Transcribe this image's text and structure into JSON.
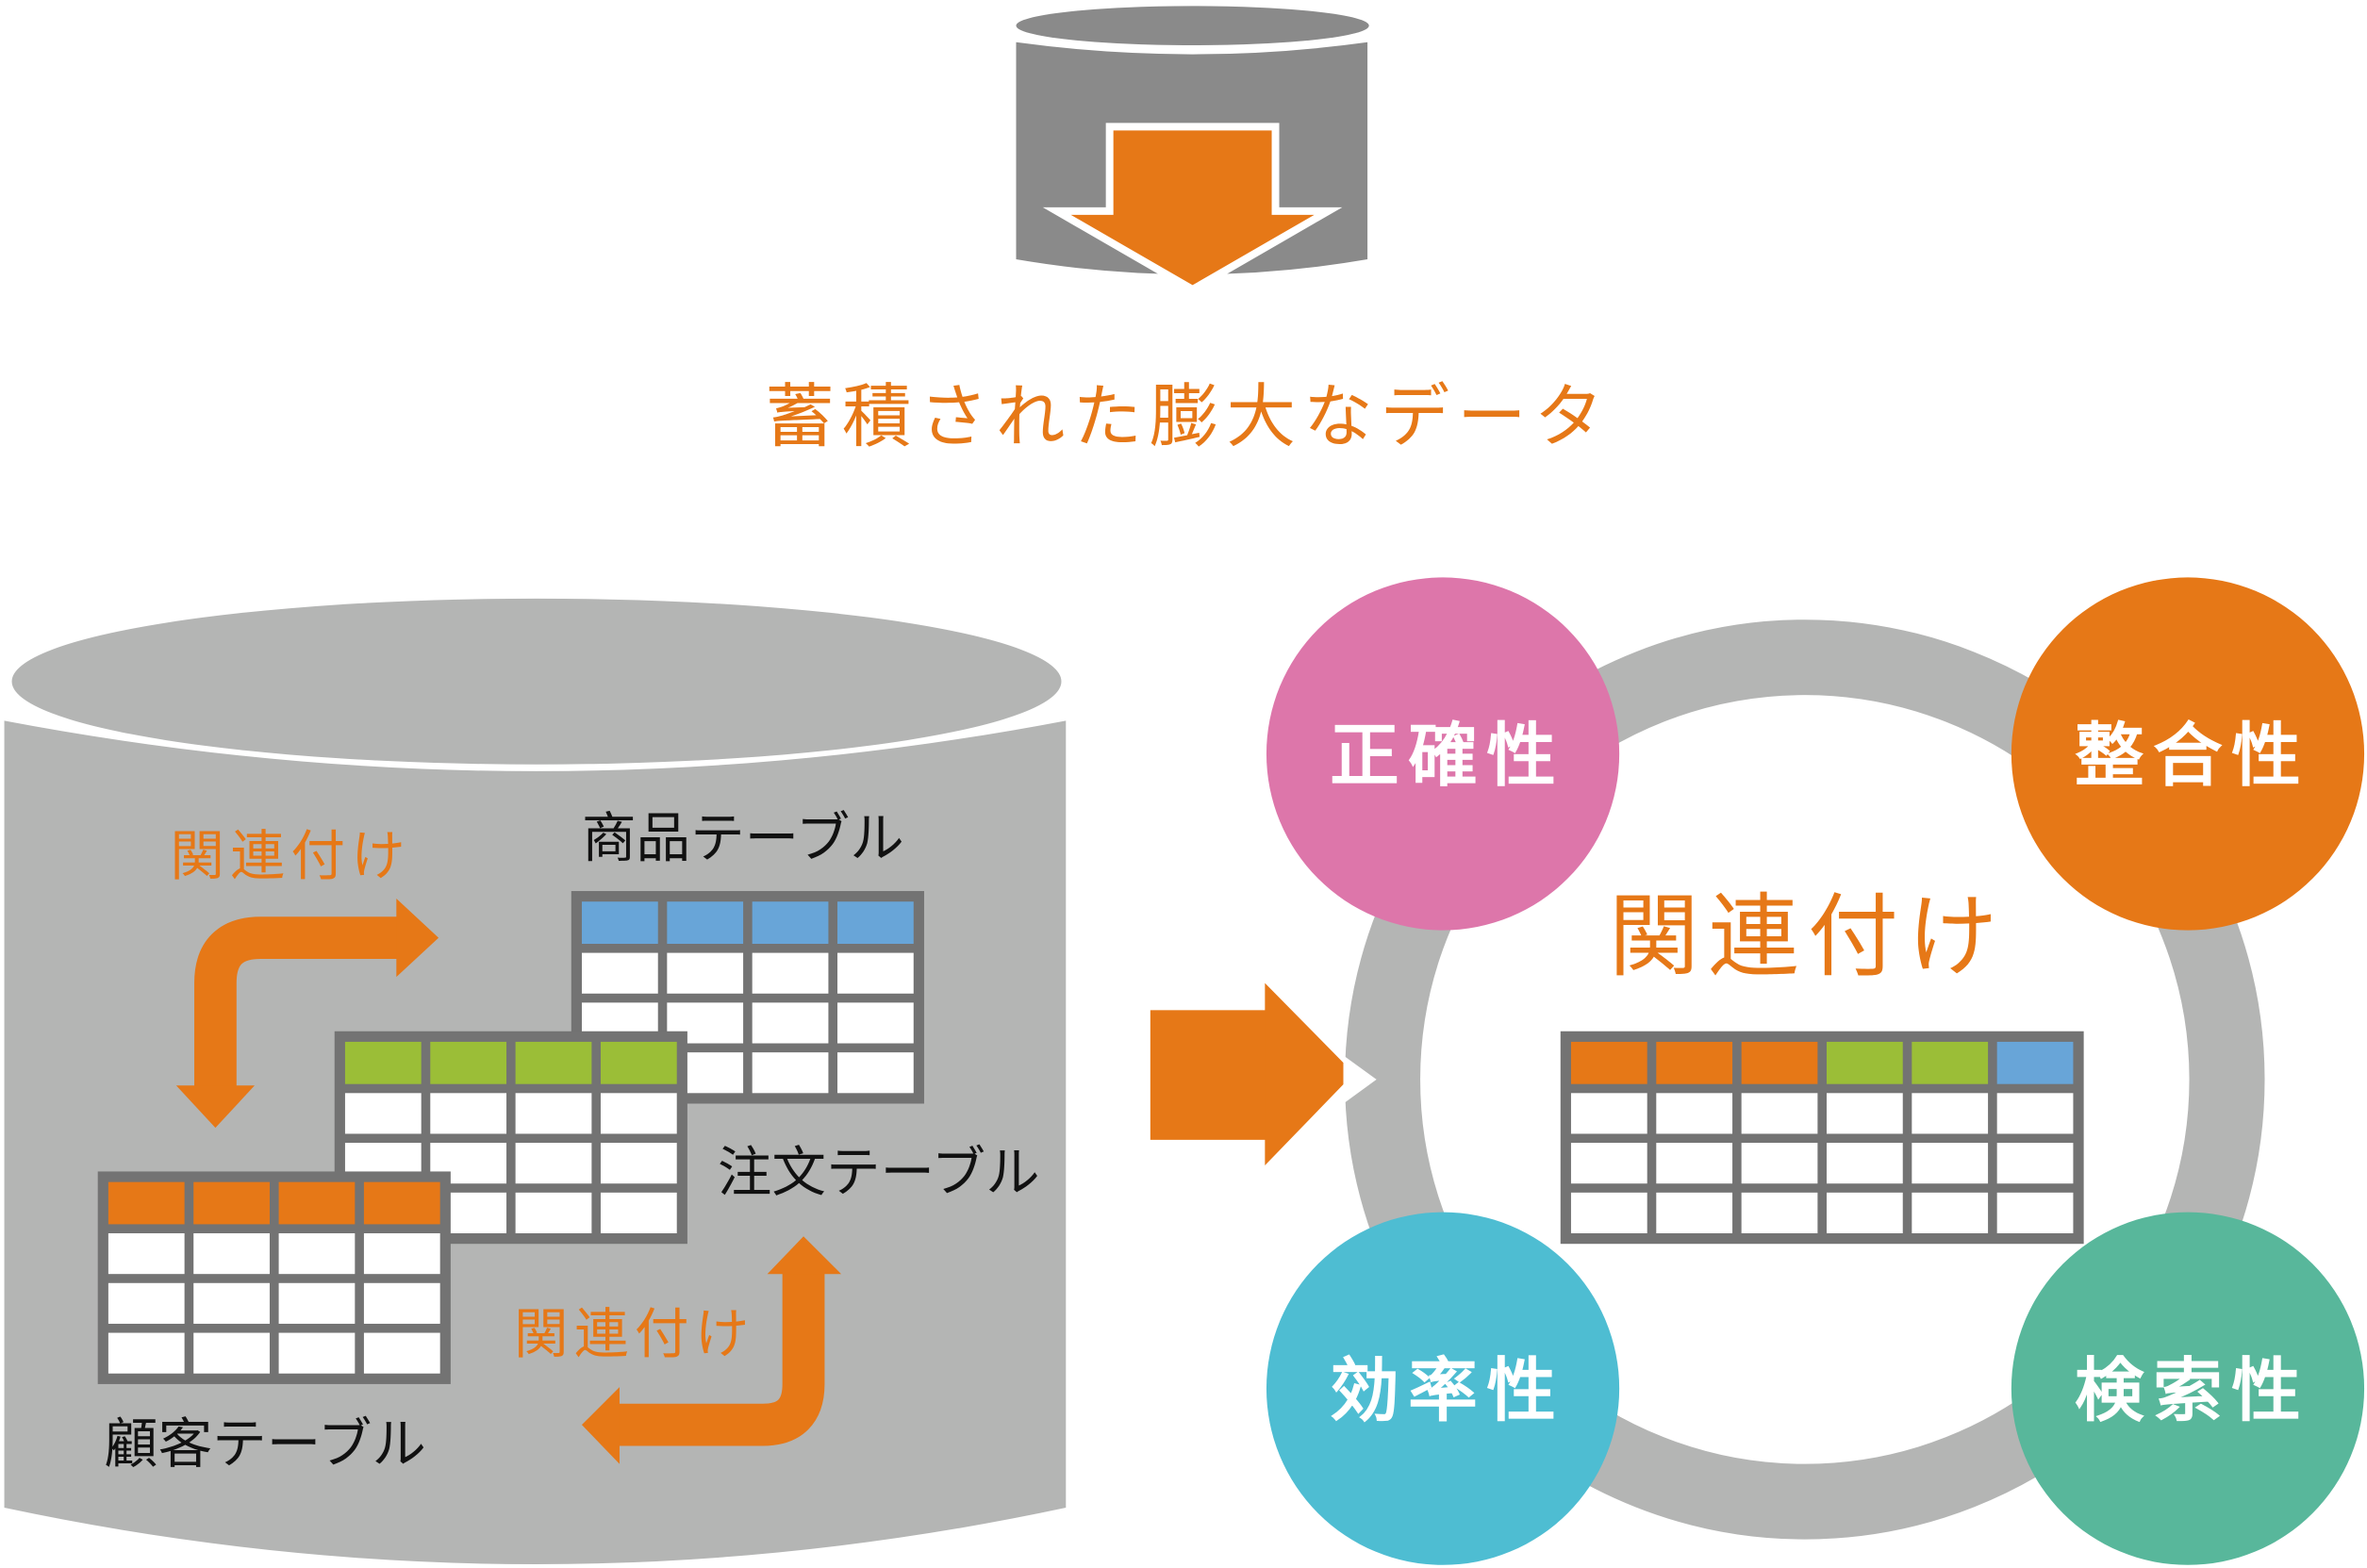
{
  "title": "蓄積された膨大なデータ",
  "database": {
    "tables": [
      {
        "name": "商品テーブル",
        "header_color": "#68a5d8"
      },
      {
        "name": "注文テーブル",
        "header_color": "#9bbe37"
      },
      {
        "name": "顧客テーブル",
        "header_color": "#e67817"
      }
    ],
    "relation_labels": [
      "関連付け",
      "関連付け"
    ]
  },
  "result": {
    "center_label": "関連付け",
    "header_colors": [
      "#e67817",
      "#e67817",
      "#e67817",
      "#9bbe37",
      "#9bbe37",
      "#68a5d8"
    ],
    "traits": [
      {
        "label": "正確性",
        "color": "#dd76aa"
      },
      {
        "label": "整合性",
        "color": "#e67817"
      },
      {
        "label": "効率性",
        "color": "#4ebdd2"
      },
      {
        "label": "検索性",
        "color": "#58b79b"
      }
    ]
  },
  "colors": {
    "accent": "#e67817",
    "cylinder_light": "#b4b5b4",
    "cylinder_dark": "#8a8a8a",
    "table_border": "#737373"
  }
}
